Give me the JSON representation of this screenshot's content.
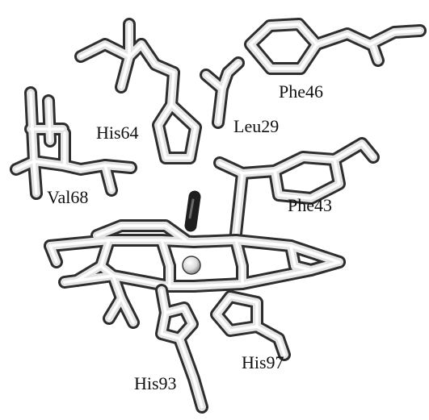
{
  "figure": {
    "labels": {
      "his64": "His64",
      "leu29": "Leu29",
      "phe46": "Phe46",
      "val68": "Val68",
      "phe43": "Phe43",
      "his97": "His97",
      "his93": "His93"
    },
    "colors": {
      "background": "#ffffff",
      "stick_outline": "#2e2e2e",
      "stick_fill": "#e4e4e4",
      "ligand": "#1e1e1e",
      "label_text": "#111111"
    }
  }
}
